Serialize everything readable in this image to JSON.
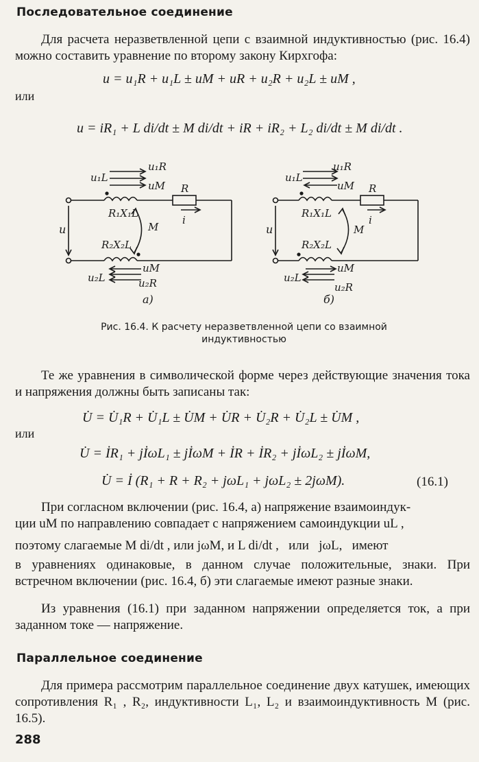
{
  "section1": {
    "title": "Последовательное соединение",
    "intro": "Для расчета неразветвленной цепи с взаимной индуктивностью (рис. 16.4) можно составить уравнение по второму закону Кирхгофа:",
    "eq1": "u = u₁R + u₁L ± uM + uR + u₂R + u₂L ± uM ,",
    "or1": "или",
    "eq2": "u = iR₁ + L di/dt ± M di/dt + iR + iR₂ + L₂ di/dt ± M di/dt ."
  },
  "figure": {
    "caption": "Рис. 16.4. К расчету неразветвленной цепи со взаимной индуктивностью",
    "left": {
      "u1R": "u₁R",
      "u1L": "u₁L",
      "uM_top": "uM",
      "R": "R",
      "R1X1L": "R₁X₁L",
      "i": "i",
      "u": "u",
      "M": "M",
      "R2X2L": "R₂X₂L",
      "uM_bot": "uM",
      "u2L": "u₂L",
      "u2R": "u₂R",
      "sub": "а)"
    },
    "right": {
      "u1R": "u₁R",
      "u1L": "u₁L",
      "uM_top": "uM",
      "R": "R",
      "R1X1L": "R₁X₁L",
      "i": "i",
      "u": "u",
      "M": "M",
      "R2X2L": "R₂X₂L",
      "uM_bot": "uM",
      "u2L": "u₂L",
      "u2R": "u₂R",
      "sub": "б)"
    }
  },
  "symbolic": {
    "intro": "Те же уравнения в символической форме через действующие значения тока и напряжения должны быть записаны так:",
    "eq1": "U̇ = U̇₁R + U̇₁L ± U̇M + U̇R + U̇₂R + U̇₂L ± U̇M ,",
    "or": "или",
    "eq2": "U̇ = İR₁ + jİωL₁ ± jİωM + İR + İR₂ + jİωL₂ ± jİωM,",
    "eq3": "U̇ = İ (R₁ + R + R₂ + jωL₁ + jωL₂ ± 2jωM).",
    "eq3_number": "(16.1)"
  },
  "discussion": {
    "p1_line1": "При согласном включении (рис. 16.4, а) напряжение взаимоиндук-",
    "p1_line2": "ции uM по направлению совпадает с напряжением самоиндукции uL ,",
    "p1_line3": "поэтому слагаемые M di/dt , или jωM, и L di/dt ,   или   jωL,   имеют",
    "p1_rest": "в уравнениях одинаковые, в данном случае положительные, знаки. При встречном включении (рис. 16.4, б) эти слагаемые имеют разные знаки.",
    "p2": "Из уравнения (16.1) при заданном напряжении определяется ток, а при заданном токе — напряжение."
  },
  "section2": {
    "title": "Параллельное соединение",
    "text": "Для примера рассмотрим параллельное соединение двух катушек, имеющих сопротивления  R₁ , R₂, индуктивности  L₁, L₂ и взаимоиндуктивность M (рис. 16.5)."
  },
  "page_number": "288"
}
